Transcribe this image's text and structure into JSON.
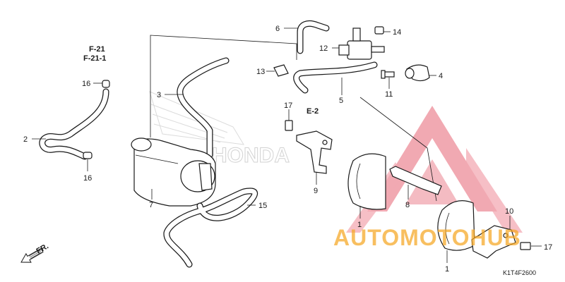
{
  "diagram": {
    "code": "K1T4F2600",
    "direction_label": "FR.",
    "references": {
      "f21": "F-21",
      "f21_1": "F-21-1",
      "e2": "E-2"
    },
    "brand_watermark": "HONDA",
    "shop_watermark": "AUTOMOTOHUB",
    "colors": {
      "line": "#1a1a1a",
      "watermark_red": "#e0344a",
      "watermark_orange": "#f5a623",
      "watermark_grey": "#cccccc"
    },
    "callouts": [
      {
        "id": "c1a",
        "text": "1"
      },
      {
        "id": "c1b",
        "text": "1"
      },
      {
        "id": "c2",
        "text": "2"
      },
      {
        "id": "c3",
        "text": "3"
      },
      {
        "id": "c4",
        "text": "4"
      },
      {
        "id": "c5",
        "text": "5"
      },
      {
        "id": "c6",
        "text": "6"
      },
      {
        "id": "c7",
        "text": "7"
      },
      {
        "id": "c8",
        "text": "8"
      },
      {
        "id": "c9",
        "text": "9"
      },
      {
        "id": "c10",
        "text": "10"
      },
      {
        "id": "c11",
        "text": "11"
      },
      {
        "id": "c12",
        "text": "12"
      },
      {
        "id": "c13",
        "text": "13"
      },
      {
        "id": "c14",
        "text": "14"
      },
      {
        "id": "c15",
        "text": "15"
      },
      {
        "id": "c16a",
        "text": "16"
      },
      {
        "id": "c16b",
        "text": "16"
      },
      {
        "id": "c17a",
        "text": "17"
      },
      {
        "id": "c17b",
        "text": "17"
      }
    ]
  }
}
